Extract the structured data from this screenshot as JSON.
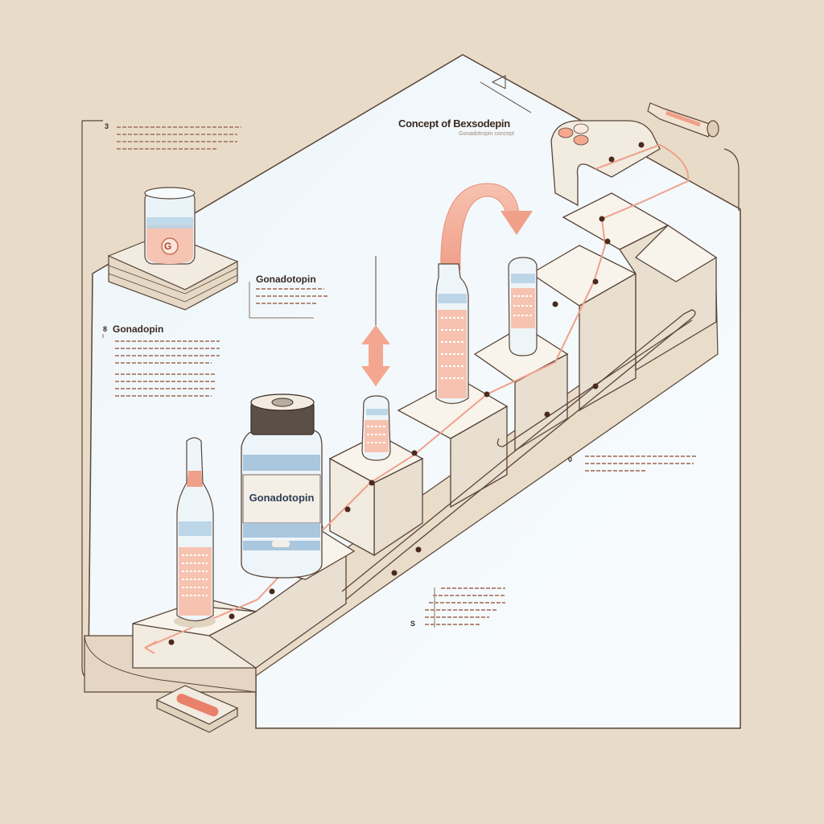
{
  "title": "Concept of Bexsodepin",
  "subtitle": "Gonadotropin concept",
  "labels": {
    "callout_upper": "Gonadotopin",
    "callout_left": "Gonadopin",
    "vial": "Gonadotopin",
    "jar": "G"
  },
  "markers": {
    "top_left": "3",
    "left": "8",
    "right": "0",
    "bottom": "S"
  },
  "colors": {
    "background": "#e8dcc8",
    "panel": "#f3f8fb",
    "step": "#efe7da",
    "accent": "#f0a08a",
    "liquid": "#a8c8e0",
    "outline": "#5a4438"
  }
}
